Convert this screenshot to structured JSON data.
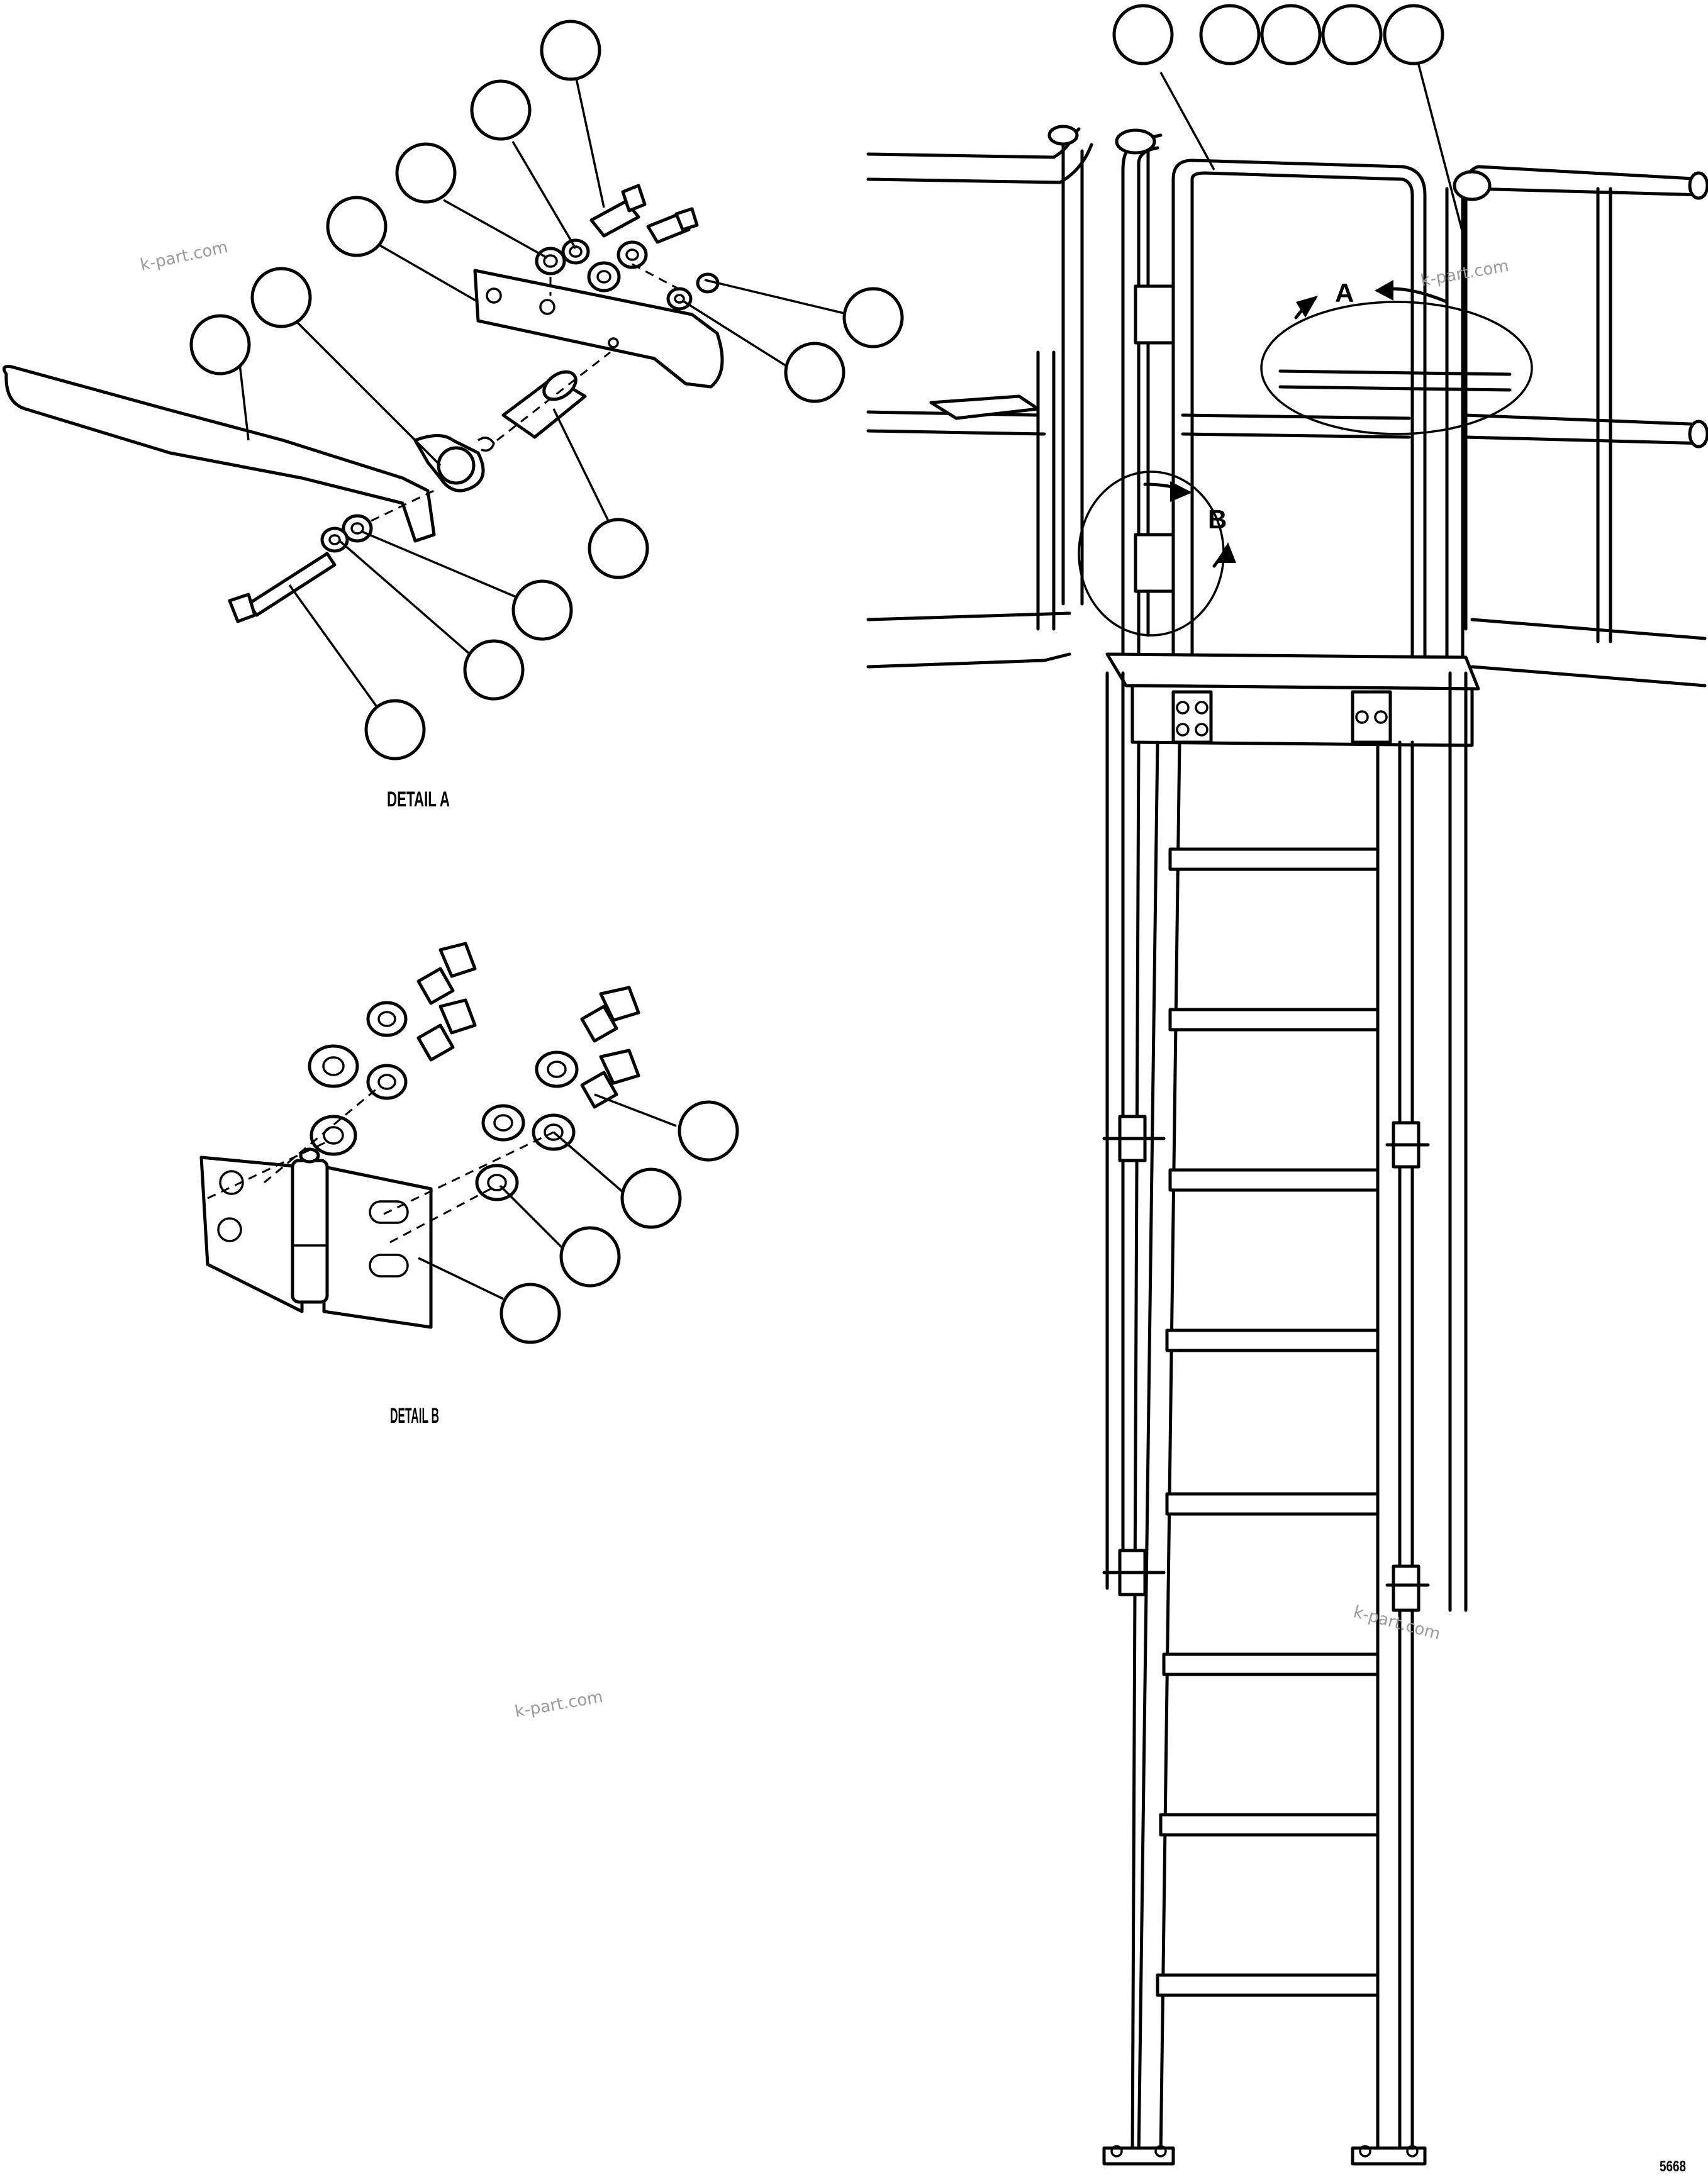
{
  "labels": {
    "detail_a": "DETAIL A",
    "detail_b": "DETAIL B",
    "view_a": "A",
    "view_b": "B",
    "drawing_code": "5668"
  },
  "watermarks": [
    "k-part.com",
    "k-part.com",
    "k-part.com",
    "k-part.com"
  ]
}
